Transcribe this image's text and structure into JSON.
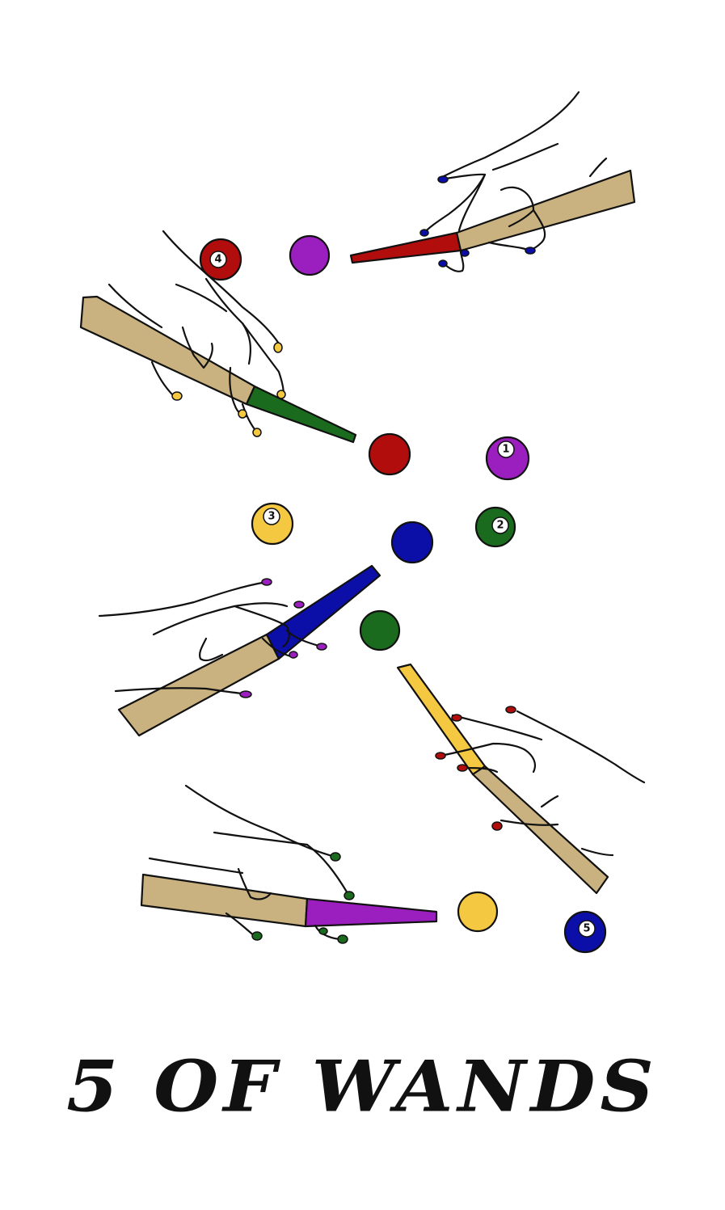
{
  "card": {
    "title": "5 OF WANDS"
  },
  "colors": {
    "cue_wood": "#c9b27f",
    "red": "#b10d0d",
    "purple": "#9b1fbf",
    "green": "#1b6b1f",
    "blue": "#0c0ea8",
    "yellow": "#f5c842",
    "ink": "#111111"
  },
  "balls": {
    "b4_label": "4",
    "b1_label": "1",
    "b3_label": "3",
    "b2_label": "2",
    "b5_label": "5"
  }
}
